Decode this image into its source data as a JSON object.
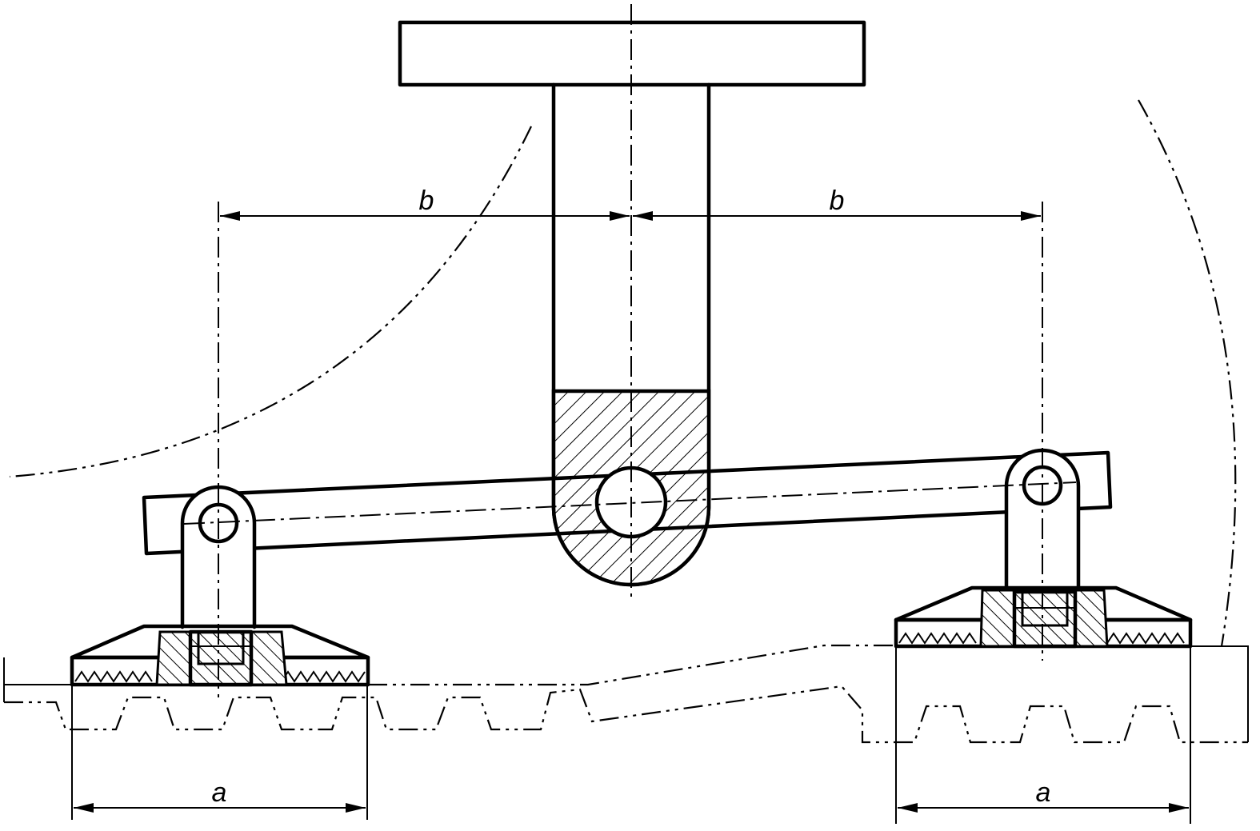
{
  "dimensions": {
    "b_left": "b",
    "b_right": "b",
    "a_left": "a",
    "a_right": "a"
  },
  "colors": {
    "line": "#000000",
    "background": "#ffffff"
  }
}
